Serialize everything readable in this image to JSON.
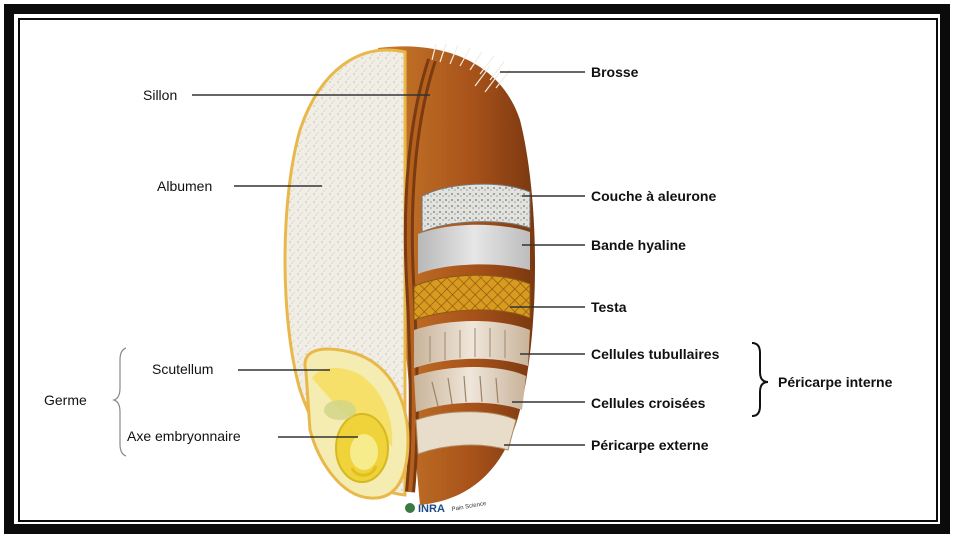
{
  "labels": {
    "sillon": "Sillon",
    "albumen": "Albumen",
    "germe": "Germe",
    "scutellum": "Scutellum",
    "axe": "Axe embryonnaire",
    "brosse": "Brosse",
    "aleurone": "Couche à aleurone",
    "hyaline": "Bande hyaline",
    "testa": "Testa",
    "tubulaires": "Cellules tubullaires",
    "croisees": "Cellules croisées",
    "pericarpe_interne": "Péricarpe interne",
    "pericarpe_externe": "Péricarpe externe"
  },
  "logo": {
    "brand": "INRA",
    "sub": "Pain Science"
  },
  "colors": {
    "frame": "#0b0b0b",
    "albumen": "#f1eee6",
    "bran": "#b55f1c",
    "germ": "#f2e88a",
    "outline": "#e9b84a",
    "testa": "#d99a20",
    "aleurone": "#d6d6d2",
    "hyaline": "#cfcfcf"
  }
}
